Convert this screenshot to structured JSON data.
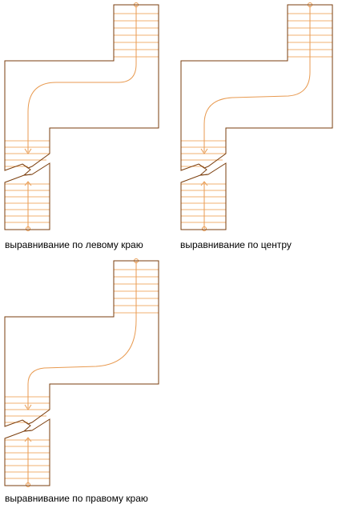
{
  "colors": {
    "outline": "#7a3d0c",
    "tread": "#f0b070",
    "path": "#e89a50",
    "background": "#ffffff"
  },
  "captions": {
    "left": "выравнивание по левому краю",
    "center": "выравнивание по центру",
    "right": "выравнивание по правому краю"
  }
}
